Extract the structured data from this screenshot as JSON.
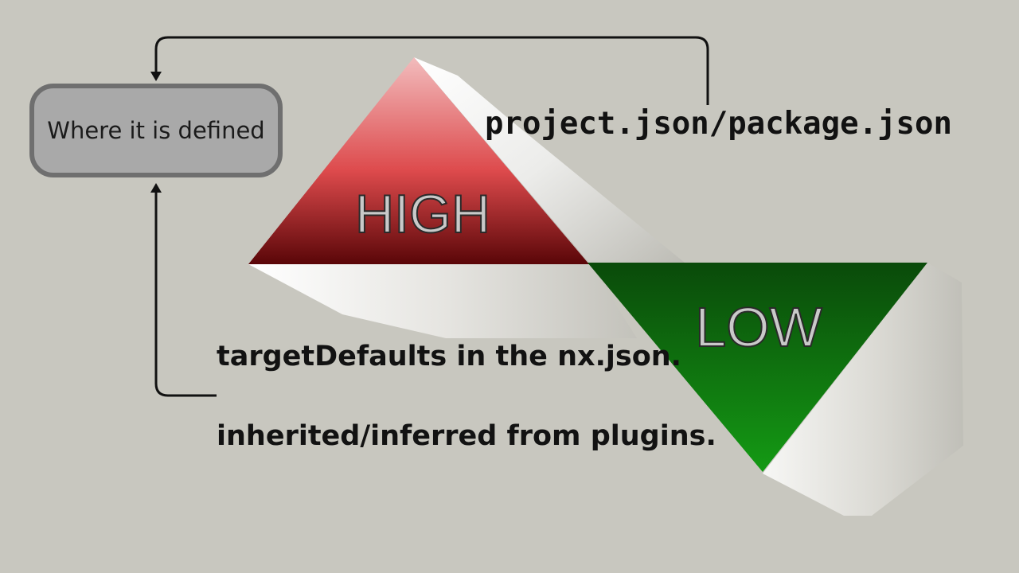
{
  "source_box": {
    "label": "Where it is defined"
  },
  "priority": {
    "high_label": "HIGH",
    "low_label": "LOW"
  },
  "sources": {
    "project": "project.json/package.json",
    "target_defaults": "targetDefaults in the nx.json.",
    "plugins": "inherited/inferred from plugins."
  },
  "colors": {
    "background": "#c8c7bf",
    "high": "#c0383a",
    "low": "#0b6a0b",
    "box_fill": "#a9a9a9",
    "box_border": "#6f6f6f"
  }
}
